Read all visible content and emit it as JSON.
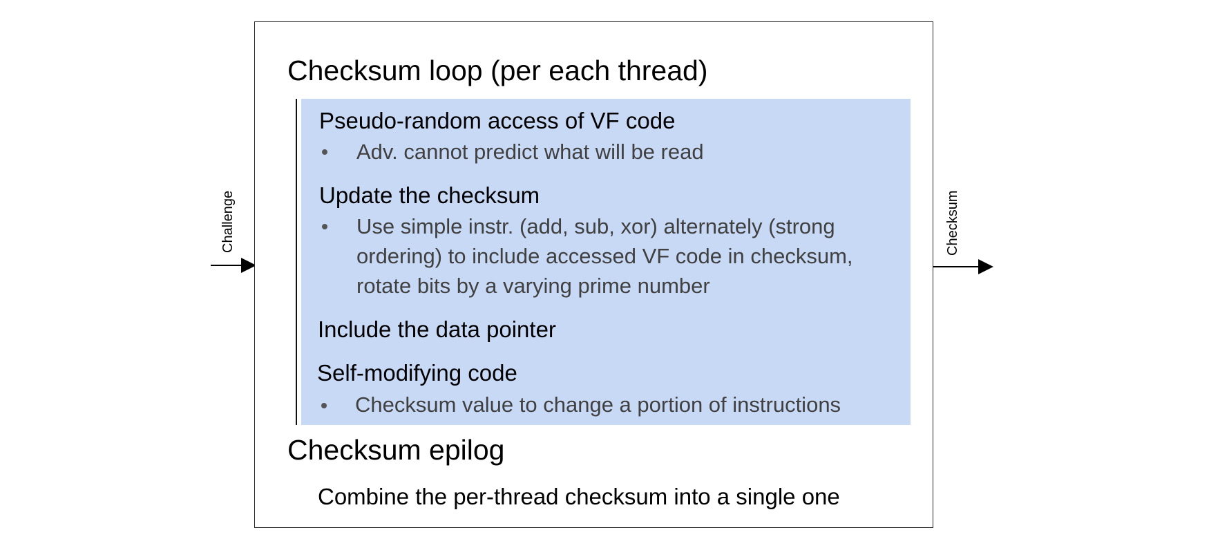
{
  "diagram": {
    "input_label": "Challenge",
    "output_label": "Checksum",
    "loop": {
      "title": "Checksum loop (per each thread)",
      "steps": [
        {
          "title": "Pseudo-random access of VF code",
          "bullet_lines": [
            "Adv. cannot predict what will be read"
          ]
        },
        {
          "title": "Update the checksum",
          "bullet_lines": [
            "Use simple instr. (add, sub, xor) alternately (strong",
            "ordering) to include accessed VF code in checksum,",
            "rotate bits by a varying prime number"
          ]
        },
        {
          "title": "Include the data pointer",
          "bullet_lines": []
        },
        {
          "title": "Self-modifying code",
          "bullet_lines": [
            "Checksum value to change a portion of instructions"
          ]
        }
      ],
      "panel_color": "#c8d9f6"
    },
    "epilog": {
      "title": "Checksum epilog",
      "text": "Combine the per-thread checksum into a single one"
    }
  }
}
